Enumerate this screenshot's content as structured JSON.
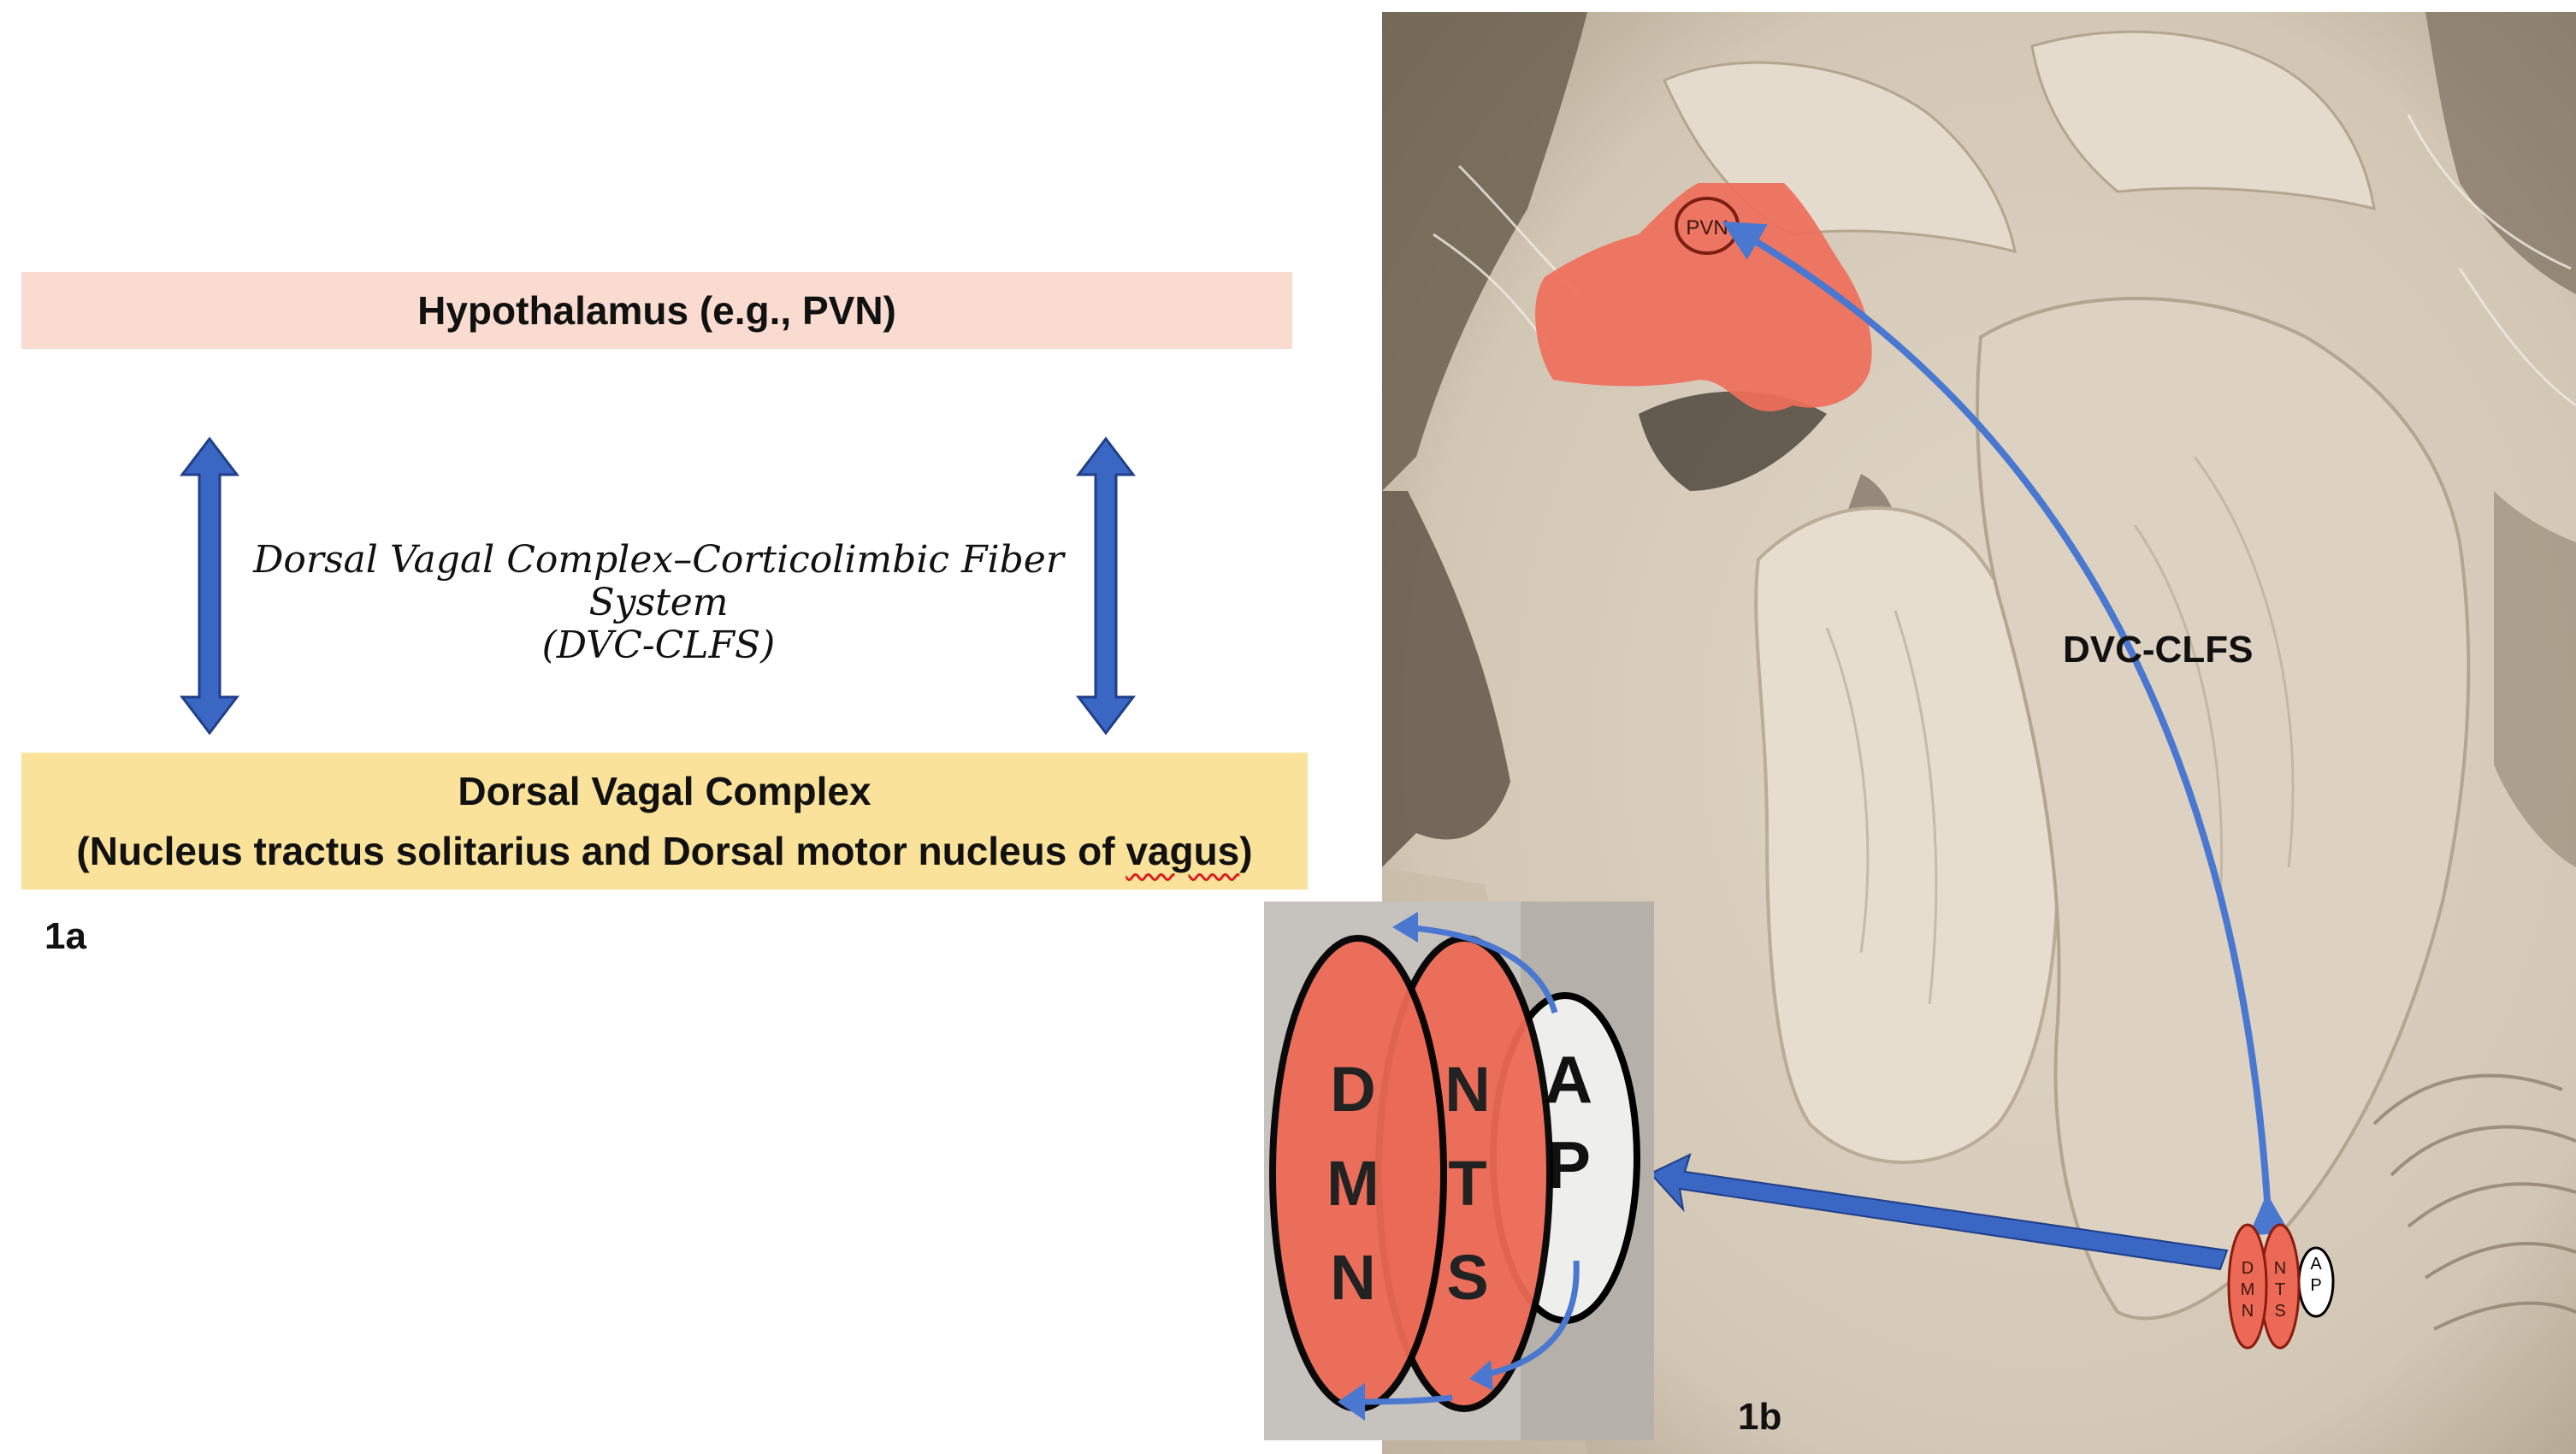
{
  "panel_a": {
    "hypothalamus_label": "Hypothalamus (e.g., PVN)",
    "fiber_system_line1": "Dorsal Vagal Complex–Corticolimbic Fiber System",
    "fiber_system_line2": "(DVC-CLFS)",
    "dvc_line1": "Dorsal Vagal Complex",
    "dvc_line2_prefix": "(Nucleus tractus solitarius and Dorsal motor nucleus of ",
    "dvc_line2_word": "vagus",
    "dvc_line2_suffix": ")",
    "figure_label": "1a",
    "colors": {
      "hypothalamus_band": "#f9dccf",
      "dvc_band": "#fae29a",
      "arrow": "#3a66c4"
    }
  },
  "panel_b": {
    "pvn_label": "PVN",
    "pathway_label": "DVC-CLFS",
    "dmn_letters": [
      "D",
      "M",
      "N"
    ],
    "nts_letters": [
      "N",
      "T",
      "S"
    ],
    "ap_letters": [
      "A",
      "P"
    ],
    "figure_label": "1b",
    "colors": {
      "nucleus_fill": "#ec6a55",
      "pathway_arrow": "#4a78d0",
      "tissue": "#d8cdbd"
    }
  }
}
